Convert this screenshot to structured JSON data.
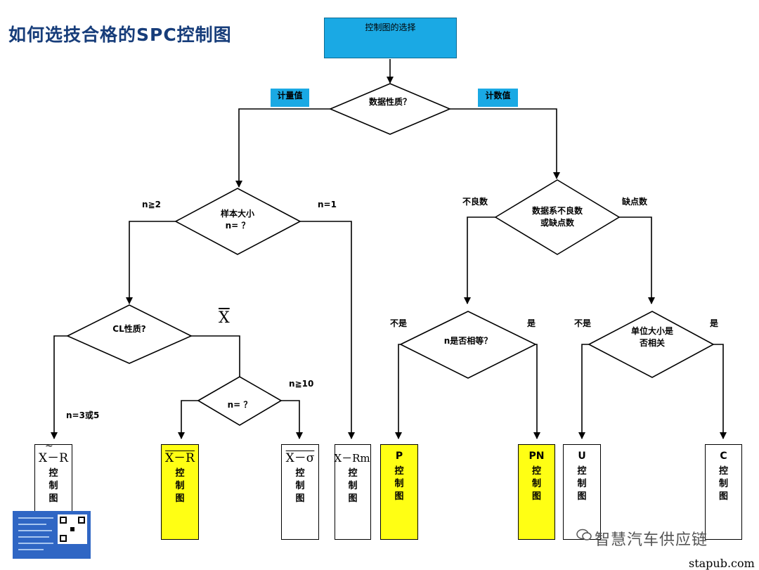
{
  "title": "如何选技合格的SPC控制图",
  "start": "控制图的选择",
  "tags": {
    "variable": "计量值",
    "attribute": "计数值"
  },
  "nodes": {
    "data_nature": "数据性质？",
    "sample_size_1": "样本大小",
    "sample_size_2": "n= ？",
    "cl_nature": "CL性质?",
    "n_q": "n= ？",
    "defect_type_1": "数据系不良数",
    "defect_type_2": "或缺点数",
    "n_equal": "n是否相等？",
    "unit_size_1": "单位大小是",
    "unit_size_2": "否相关"
  },
  "edge_labels": {
    "n_ge_2": "n≧2",
    "n_eq_1": "n=1",
    "x_bar": "X",
    "n_3_or_5": "n=3或5",
    "n_ge_10": "n≧10",
    "defectives": "不良数",
    "defects": "缺点数",
    "not_1": "不是",
    "yes_1": "是",
    "not_2": "不是",
    "yes_2": "是"
  },
  "results": [
    {
      "id": "median_r",
      "tilde": "~",
      "name": "X－R",
      "word": "控制图",
      "color": "#ffffff"
    },
    {
      "id": "xbar_r",
      "name": "X－R",
      "word": "控制图",
      "color": "#ffff14"
    },
    {
      "id": "xbar_s",
      "name": "X－σ",
      "word": "控制图",
      "color": "#ffffff"
    },
    {
      "id": "x_rm",
      "name": "X－Rm",
      "word": "控制图",
      "color": "#ffffff"
    },
    {
      "id": "p",
      "name": "P",
      "word": "控制图",
      "color": "#ffff14"
    },
    {
      "id": "pn",
      "name": "PN",
      "word": "控制图",
      "color": "#ffff14"
    },
    {
      "id": "u",
      "name": "U",
      "word": "控制图",
      "color": "#ffffff"
    },
    {
      "id": "c",
      "name": "C",
      "word": "控制图",
      "color": "#ffffff"
    }
  ],
  "brand": "智慧汽车供应链",
  "site": "stapub.com"
}
